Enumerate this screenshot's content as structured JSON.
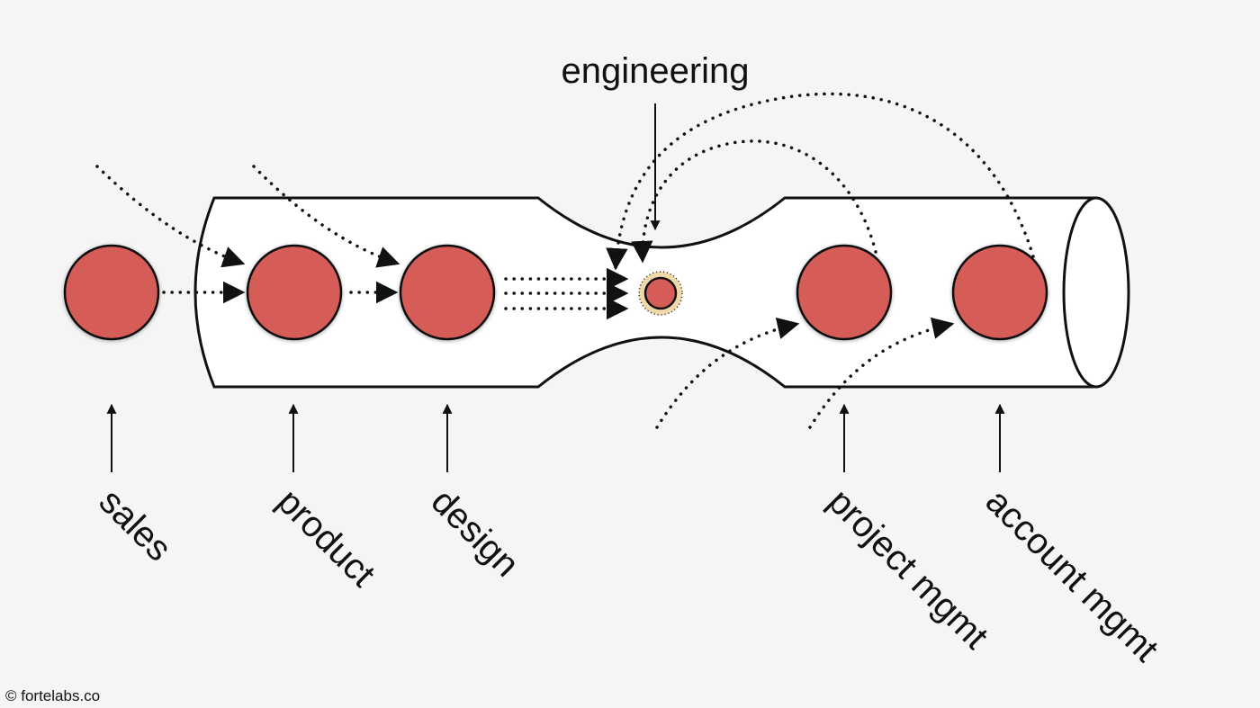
{
  "title": "engineering",
  "credit": "© fortelabs.co",
  "colors": {
    "background": "#f5f5f5",
    "node_fill": "#d65c58",
    "node_glow": "#f0d9a8",
    "stroke": "#111111"
  },
  "stages": [
    {
      "id": "sales",
      "label": "sales"
    },
    {
      "id": "product",
      "label": "product"
    },
    {
      "id": "design",
      "label": "design"
    },
    {
      "id": "project-mgmt",
      "label": "project mgmt"
    },
    {
      "id": "account-mgmt",
      "label": "account mgmt"
    }
  ]
}
